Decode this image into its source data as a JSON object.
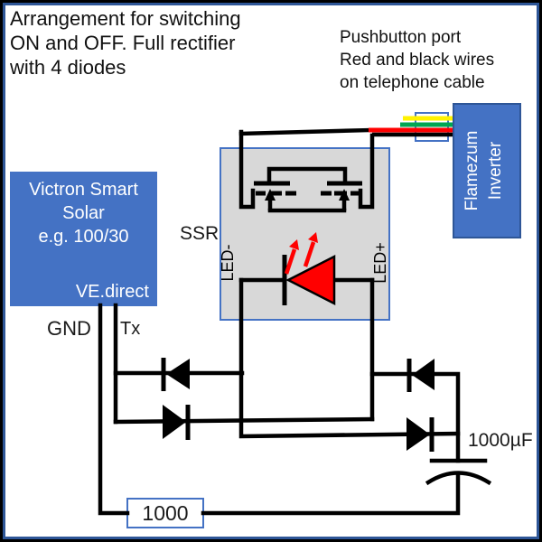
{
  "title": {
    "lines": [
      "Arrangement for switching",
      "ON and OFF. Full rectifier",
      "with 4 diodes"
    ]
  },
  "pushbutton_note": {
    "lines": [
      "Pushbutton port",
      "Red and black wires",
      "on telephone cable"
    ]
  },
  "victron": {
    "lines": [
      "Victron Smart",
      "Solar",
      "e.g. 100/30"
    ],
    "port_label": "VE.direct"
  },
  "inverter": {
    "lines": [
      "Flamezum",
      "Inverter"
    ]
  },
  "ssr": {
    "label": "SSR",
    "led_minus": "LED-",
    "led_plus": "LED+"
  },
  "signals": {
    "gnd": "GND",
    "tx": "Tx"
  },
  "components": {
    "capacitor_value": "1000µF",
    "resistor_value": "1000"
  },
  "colors": {
    "box_blue": "#4472C4",
    "border_blue": "#2E5697",
    "ssr_gray": "#D8D8D8",
    "wire_black": "#000000",
    "wire_red": "#FF0000",
    "wire_green": "#00A651",
    "wire_yellow": "#FFF200",
    "led_red": "#FF0000"
  }
}
